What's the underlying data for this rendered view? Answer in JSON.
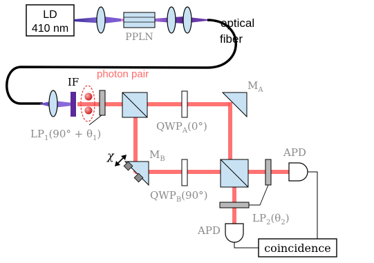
{
  "source": {
    "line1": "LD",
    "line2": "410 nm"
  },
  "crystal_label": "PPLN",
  "fiber_label": {
    "line1": "optical",
    "line2": "fiber"
  },
  "filter_label": "IF",
  "pair_label": "photon pair",
  "polarizer1": {
    "prefix": "LP",
    "sub": "1",
    "args": "(90° + θ",
    "sub2": "1",
    "close": ")"
  },
  "waveplate_a": {
    "prefix": "QWP",
    "sub": "A",
    "args": "(0°)"
  },
  "mirror_a": {
    "prefix": "M",
    "sub": "A"
  },
  "mirror_b": {
    "prefix": "M",
    "sub": "B"
  },
  "phase_label": "χ",
  "waveplate_b": {
    "prefix": "QWP",
    "sub": "B",
    "args": "(90°)"
  },
  "polarizer2": {
    "prefix": "LP",
    "sub": "2",
    "args": "(θ",
    "sub2": "2",
    "close": ")"
  },
  "detector_right": "APD",
  "detector_bottom": "APD",
  "coincidence_label": "coincidence",
  "colors": {
    "beam_red": "#ff5a5a",
    "beam_blue": "#6a4fc0",
    "lens_blue": "#c8e2f4",
    "pair_red": "#e53030"
  }
}
